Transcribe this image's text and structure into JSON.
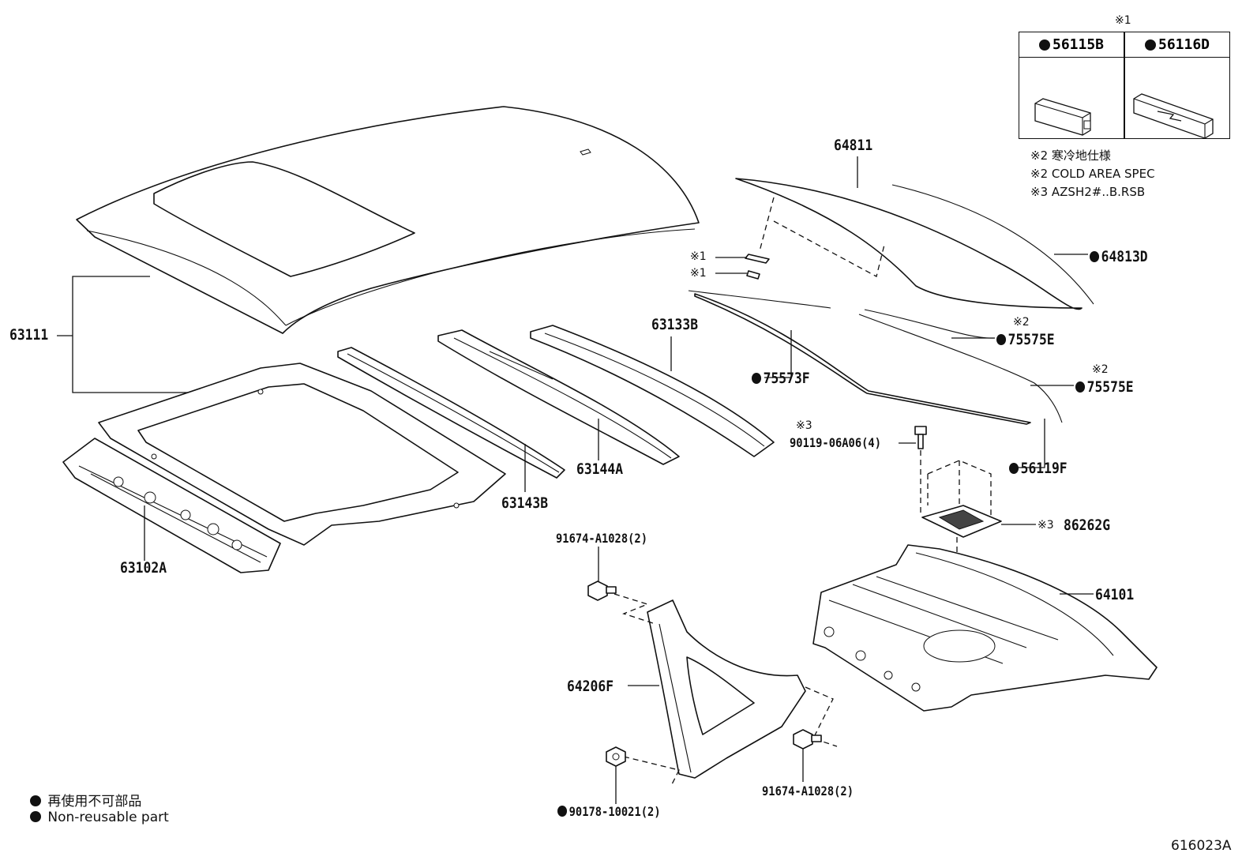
{
  "diagram_id": "616023A",
  "labels": {
    "p63111": "63111",
    "p63102a": "63102A",
    "p63143b": "63143B",
    "p63144a": "63144A",
    "p63133b": "63133B",
    "p64811": "64811",
    "p64813d": "64813D",
    "p75573f": "75573F",
    "p75575e_1": "75575E",
    "p75575e_2": "75575E",
    "p56119f": "56119F",
    "p90119": "90119-06A06(4)",
    "p86262g": "86262G",
    "p64101": "64101",
    "p91674_top": "91674-A1028(2)",
    "p64206f": "64206F",
    "p90178": "90178-10021(2)",
    "p91674_bottom": "91674-A1028(2)"
  },
  "refs": {
    "r1_a": "※1",
    "r1_b": "※1",
    "r1_table": "※1",
    "r2_a": "※2",
    "r2_b": "※2",
    "r3_a": "※3",
    "r3_b": "※3"
  },
  "table": {
    "col1": "56115B",
    "col2": "56116D"
  },
  "notes": {
    "n1": "※2 寒冷地仕様",
    "n2": "※2 COLD AREA SPEC",
    "n3": "※3 AZSH2#..B.RSB"
  },
  "legend": {
    "jp": "再使用不可部品",
    "en": "Non-reusable part"
  }
}
